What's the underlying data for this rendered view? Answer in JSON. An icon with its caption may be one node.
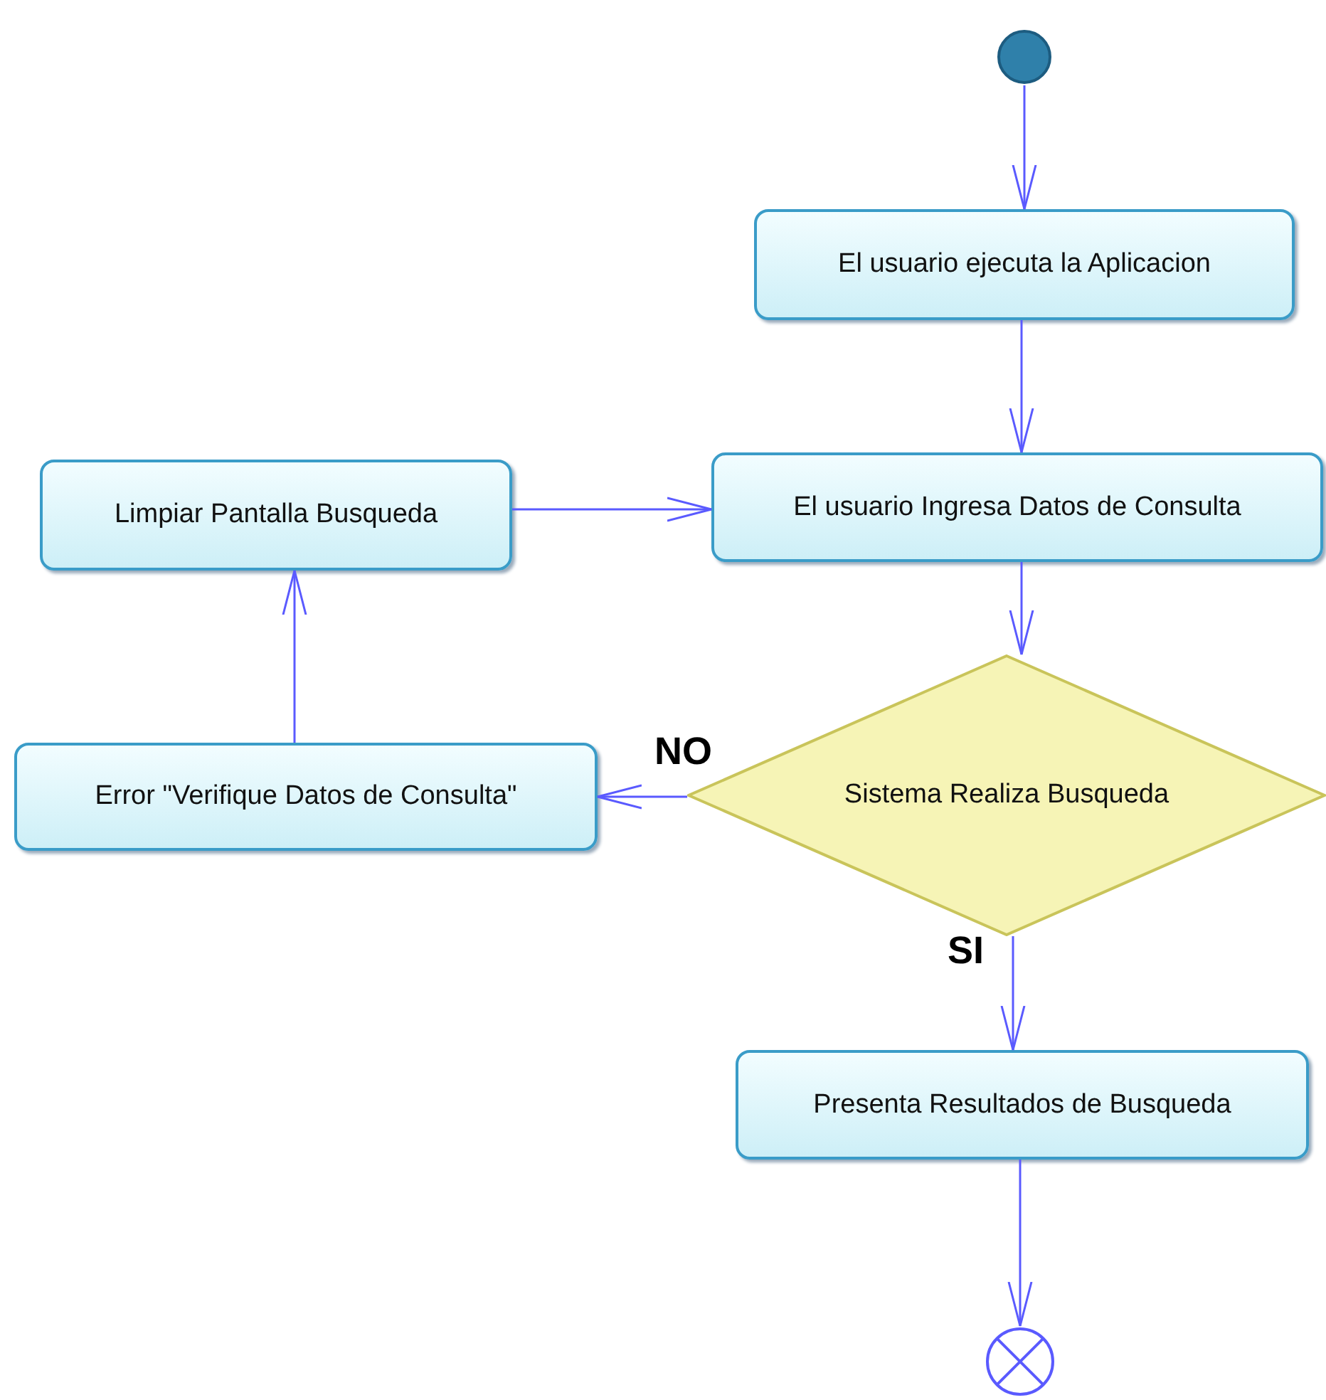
{
  "diagram": {
    "nodes": [
      {
        "text": [],
        "shape": "circle"
      },
      {
        "text": [
          "El usuario ejecuta la Aplicacion"
        ]
      },
      {
        "text": [
          "El usuario Ingresa Datos de Consulta"
        ]
      },
      {
        "text": [
          "Sistema Realiza Busqueda"
        ]
      },
      {
        "text": [
          "Error \"Verifique Datos de Consulta\""
        ]
      },
      {
        "text": [
          "Limpiar Pantalla Busqueda"
        ]
      },
      {
        "text": [
          "Presenta Resultados de Busqueda"
        ]
      },
      {
        "text": [],
        "shape": "circle"
      }
    ],
    "edges": [
      {
        "from": 0,
        "to": 1,
        "arrow": "to"
      },
      {
        "from": 1,
        "to": 2,
        "arrow": "to"
      },
      {
        "from": 2,
        "to": 3,
        "arrow": "to"
      },
      {
        "from": 3,
        "to": 4,
        "arrow": "to",
        "label": "NO"
      },
      {
        "from": 4,
        "to": 5,
        "arrow": "to"
      },
      {
        "from": 5,
        "to": 2,
        "arrow": "to"
      },
      {
        "from": 3,
        "to": 6,
        "arrow": "to",
        "label": "SI"
      },
      {
        "from": 6,
        "to": 7,
        "arrow": "to"
      }
    ]
  }
}
